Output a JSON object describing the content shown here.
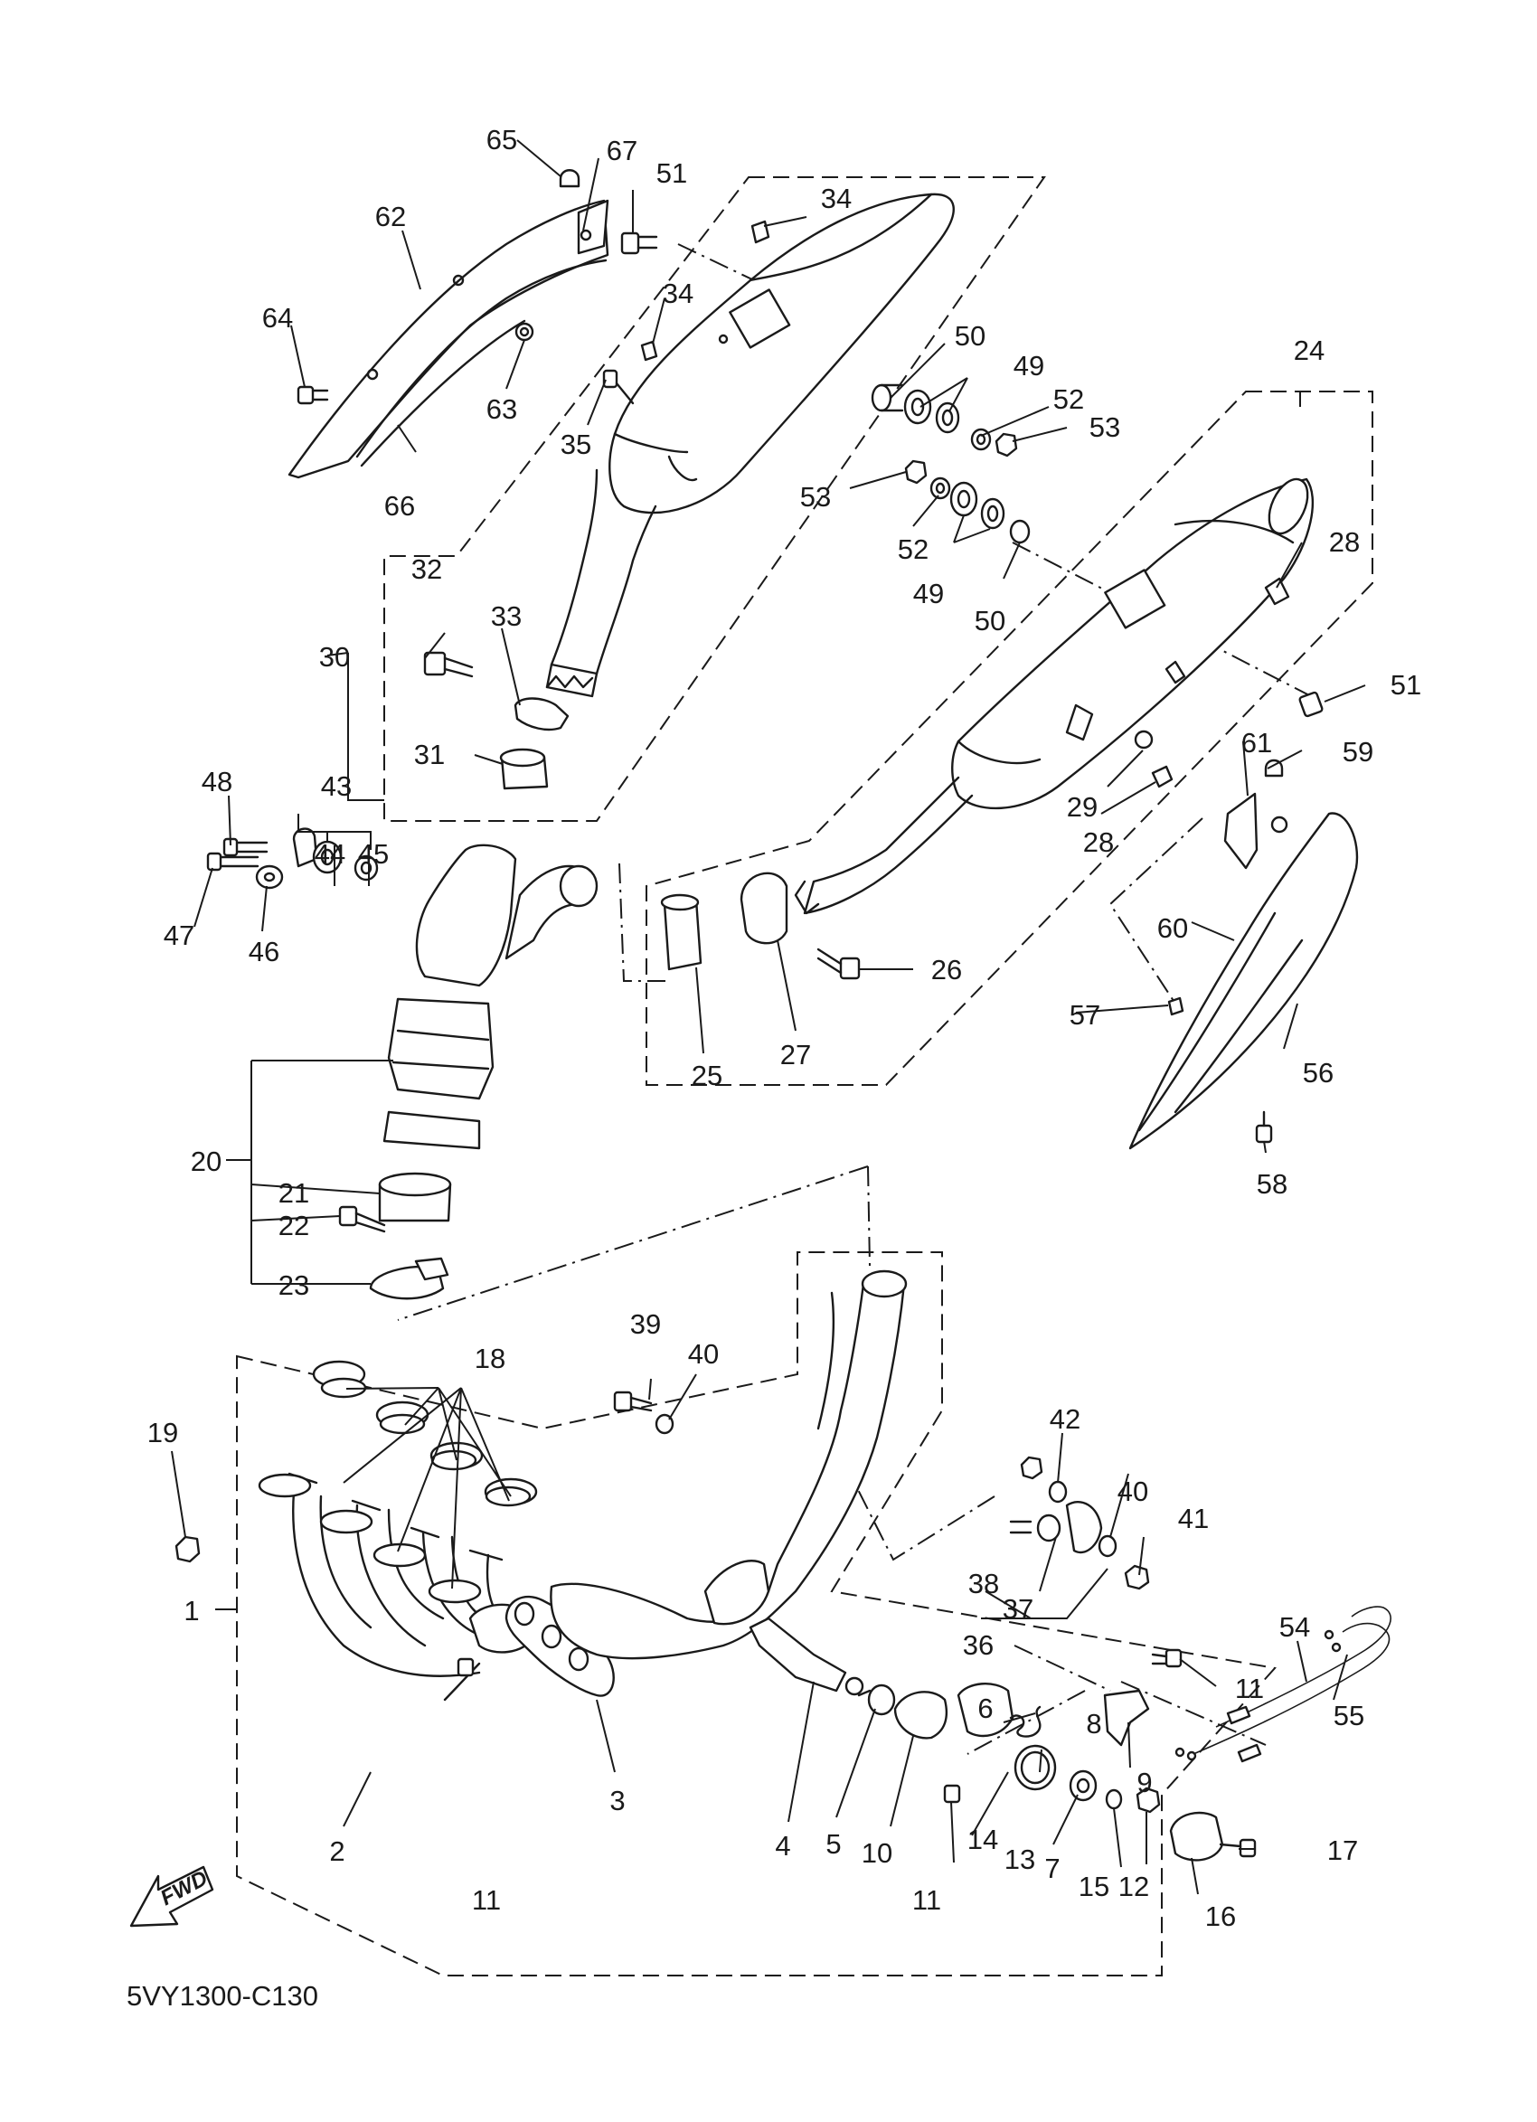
{
  "diagram": {
    "drawing_id": "5VY1300-C130",
    "fwd_label": "FWD",
    "callouts": [
      "1",
      "2",
      "3",
      "4",
      "5",
      "6",
      "7",
      "8",
      "9",
      "10",
      "11",
      "12",
      "13",
      "14",
      "15",
      "16",
      "17",
      "18",
      "19",
      "20",
      "21",
      "22",
      "23",
      "24",
      "25",
      "26",
      "27",
      "28",
      "29",
      "30",
      "31",
      "32",
      "33",
      "34",
      "35",
      "36",
      "37",
      "38",
      "39",
      "40",
      "41",
      "42",
      "43",
      "44",
      "45",
      "46",
      "47",
      "48",
      "49",
      "50",
      "51",
      "52",
      "53",
      "54",
      "55",
      "56",
      "57",
      "58",
      "59",
      "60",
      "61",
      "62",
      "63",
      "64",
      "65",
      "66",
      "67"
    ]
  }
}
